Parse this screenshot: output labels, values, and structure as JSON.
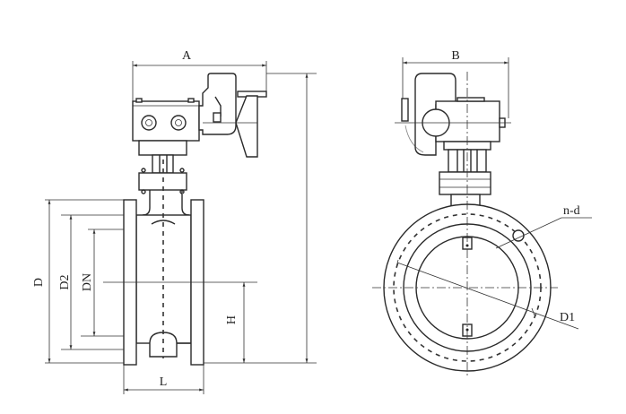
{
  "title": "Electric flanged butterfly valve dimension drawing",
  "front_view": {
    "labels": {
      "A": "A",
      "D": "D",
      "D2": "D2",
      "DN": "DN",
      "H": "H",
      "L": "L"
    }
  },
  "side_view": {
    "labels": {
      "B": "B",
      "D1": "D1",
      "nd": "n-d"
    }
  },
  "colors": {
    "line": "#2a2a2a",
    "accent": "#c0392b"
  }
}
